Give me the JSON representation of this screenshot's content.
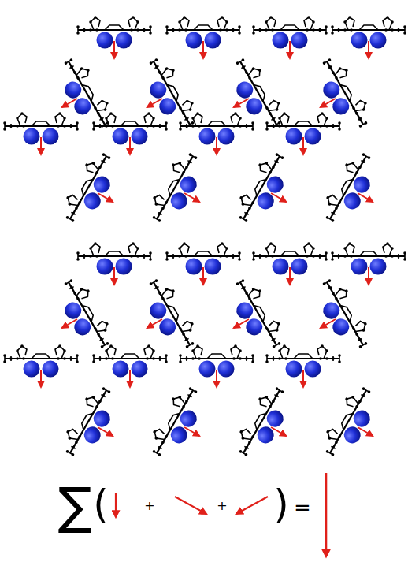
{
  "diagram": {
    "labels": [
      "∑",
      "(",
      "+",
      "+",
      ")",
      "="
    ]
  }
}
